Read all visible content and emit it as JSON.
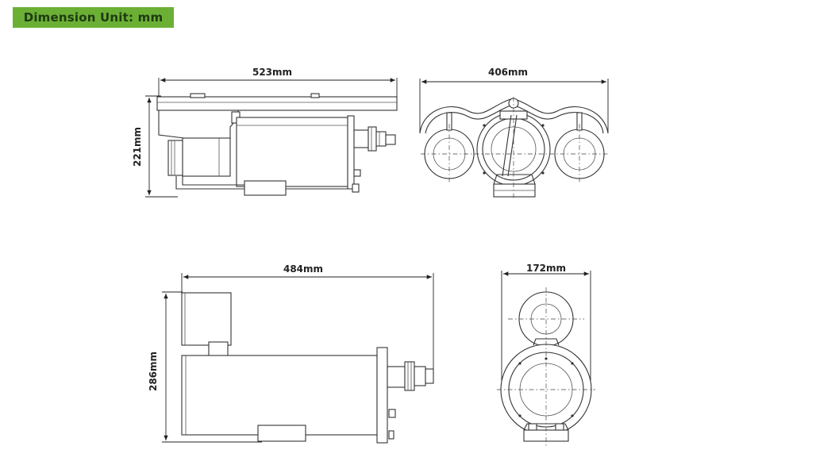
{
  "header": {
    "badge_label": "Dimension Unit: mm"
  },
  "dimensions": {
    "side_length": "523mm",
    "side_height": "221mm",
    "front_width": "406mm",
    "bottom_length": "484mm",
    "bottom_height": "286mm",
    "rear_width": "172mm"
  },
  "colors": {
    "badge_bg": "#6bb035",
    "badge_text": "#1e3a12",
    "line": "#333333"
  }
}
